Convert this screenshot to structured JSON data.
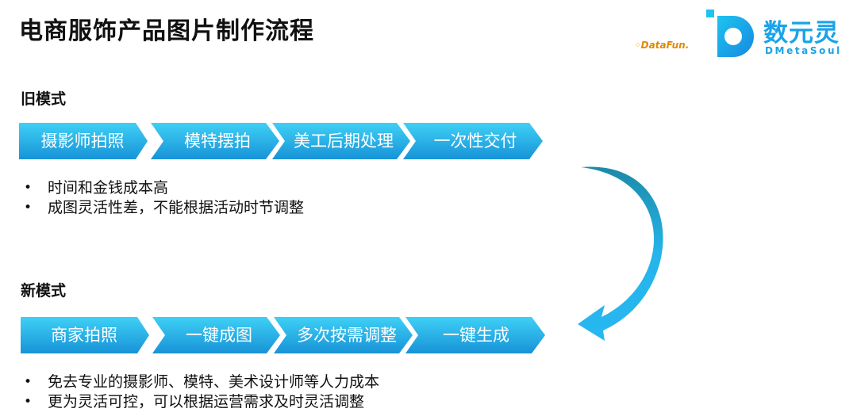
{
  "title": "电商服饰产品图片制作流程",
  "logos": {
    "datafun": "DataFun.",
    "brand_name": "数元灵",
    "brand_sub": "DMetaSoul"
  },
  "colors": {
    "step_light": "#33c9f0",
    "step_dark": "#1796d9",
    "brand": "#1aa3e8",
    "arrow_dark": "#1c8fae",
    "arrow_light": "#27b8f0"
  },
  "old_mode": {
    "title": "旧模式",
    "steps": [
      "摄影师拍照",
      "模特摆拍",
      "美工后期处理",
      "一次性交付"
    ],
    "bullets": [
      "时间和金钱成本高",
      "成图灵活性差，不能根据活动时节调整"
    ]
  },
  "new_mode": {
    "title": "新模式",
    "steps": [
      "商家拍照",
      "一键成图",
      "多次按需调整",
      "一键生成"
    ],
    "bullets": [
      "免去专业的摄影师、模特、美术设计师等人力成本",
      "更为灵活可控，可以根据运营需求及时灵活调整"
    ]
  }
}
